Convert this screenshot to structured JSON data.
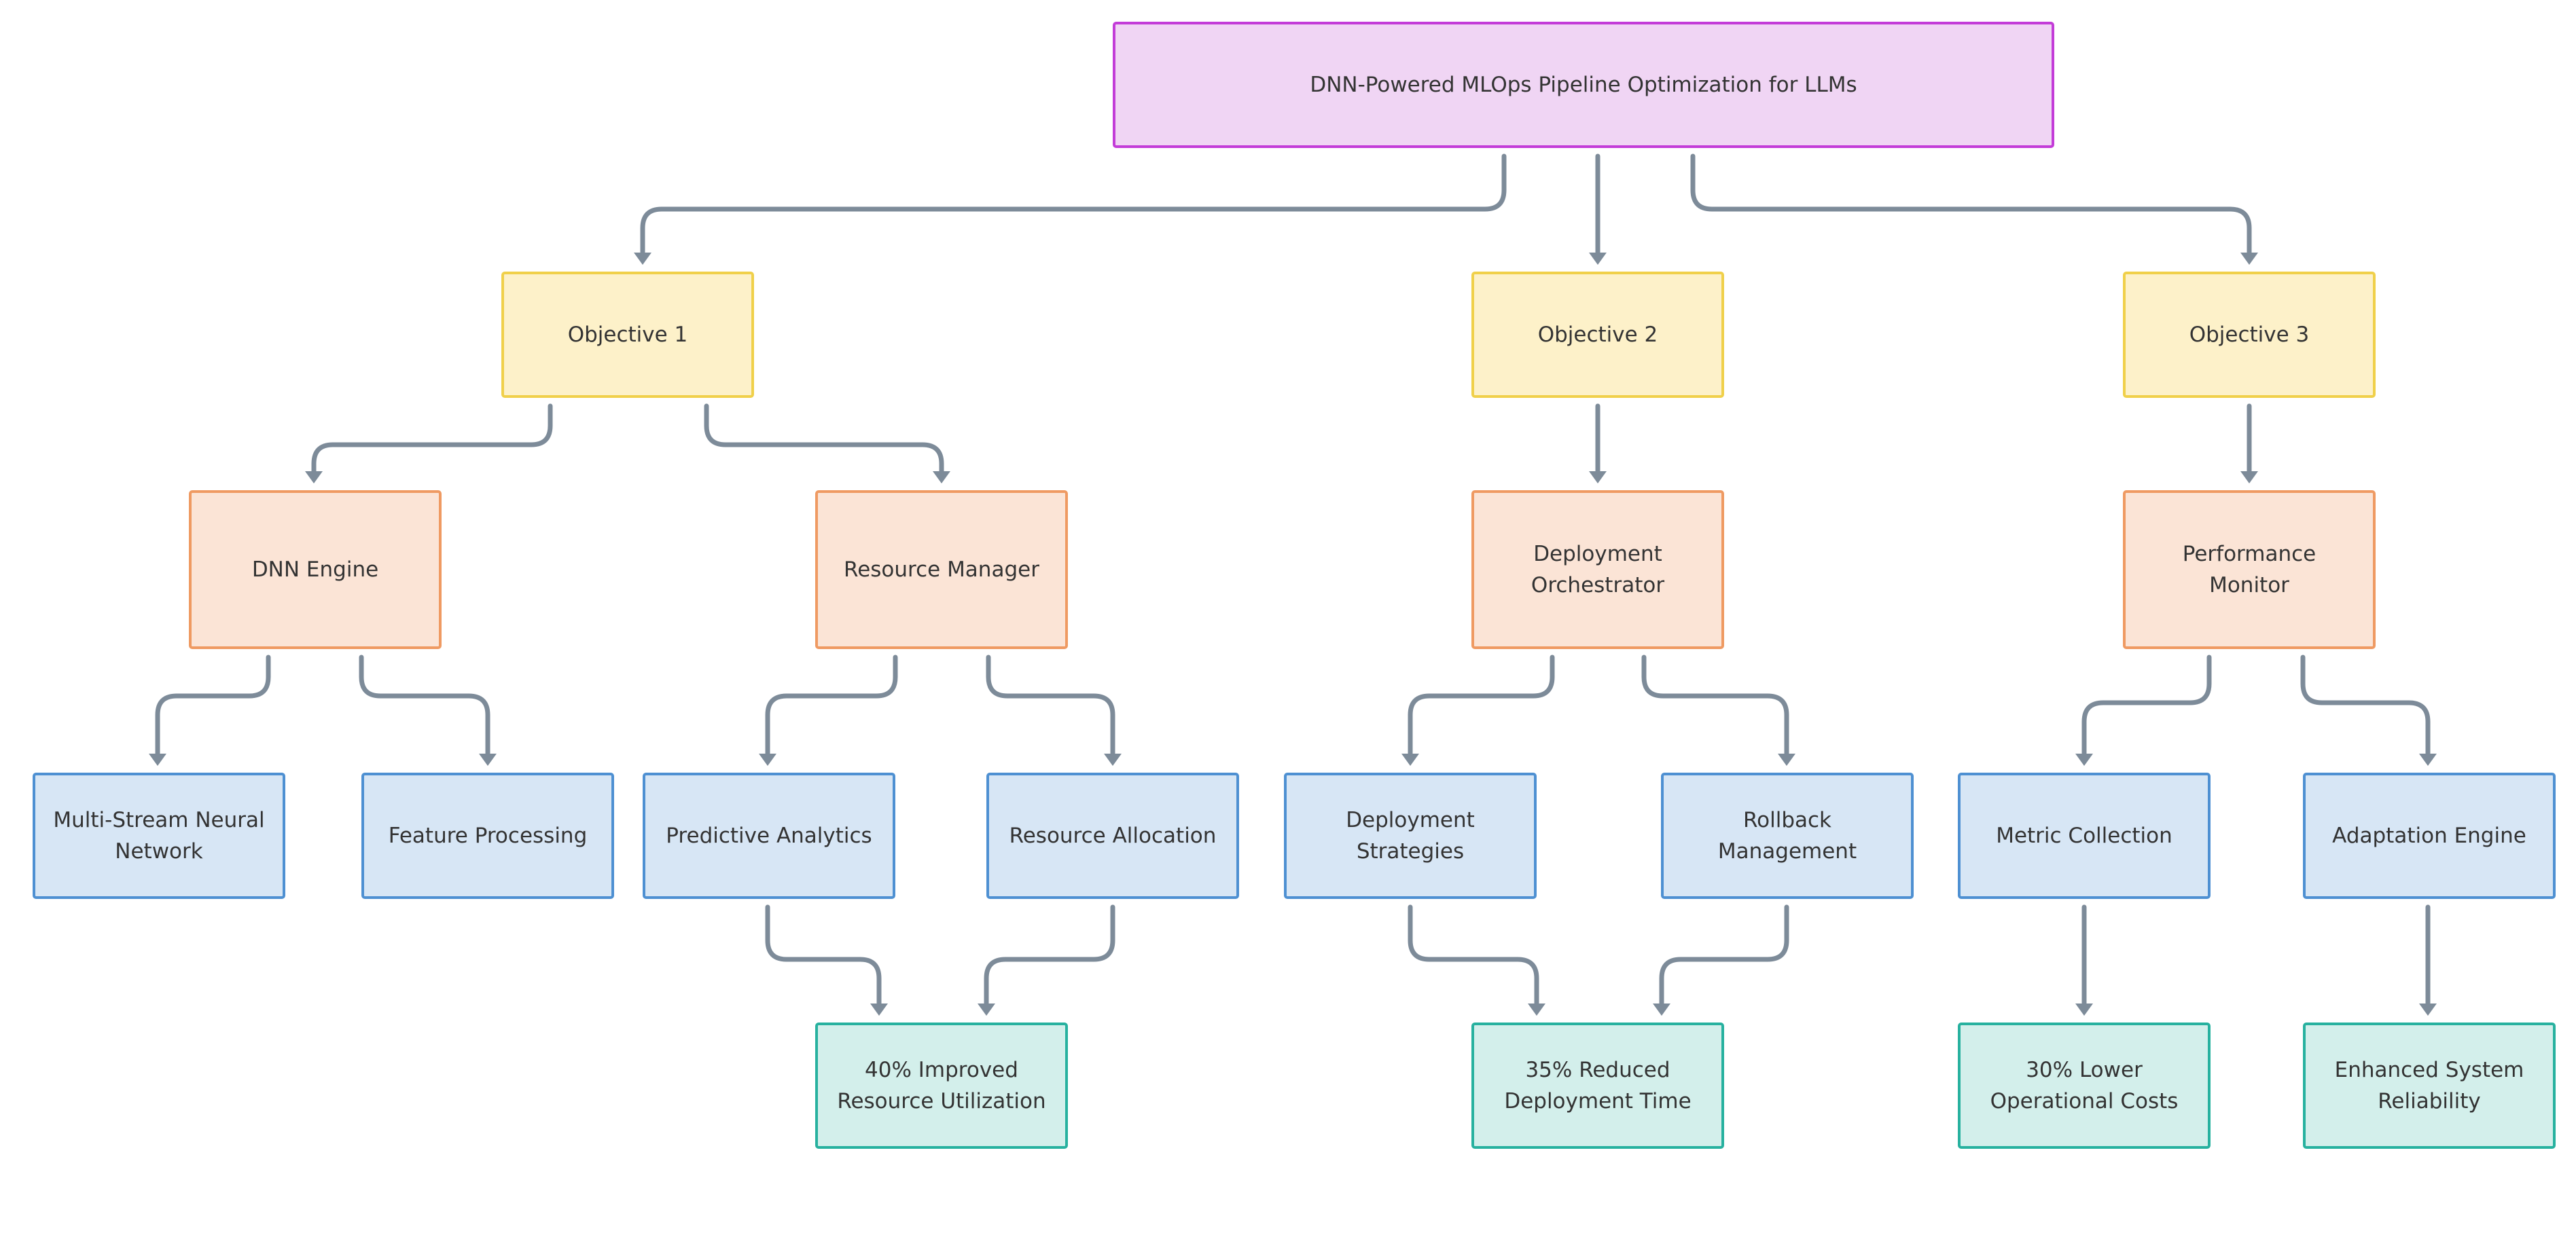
{
  "diagram": {
    "title": "DNN-Powered MLOps Pipeline Optimization for LLMs",
    "colors": {
      "edge": "#7d8b99",
      "root": {
        "fill": "#f0d5f4",
        "stroke": "#c33cd8"
      },
      "objective": {
        "fill": "#fdf1c9",
        "stroke": "#f0d04a"
      },
      "component": {
        "fill": "#fbe4d6",
        "stroke": "#ef9a62"
      },
      "subcomponent": {
        "fill": "#d7e6f5",
        "stroke": "#4e90d2"
      },
      "outcome": {
        "fill": "#d3efeb",
        "stroke": "#27b19f"
      }
    },
    "objectives": [
      {
        "label": "Objective 1"
      },
      {
        "label": "Objective 2"
      },
      {
        "label": "Objective 3"
      }
    ],
    "components": [
      {
        "label": "DNN Engine"
      },
      {
        "label": "Resource Manager"
      },
      {
        "label": "Deployment\nOrchestrator"
      },
      {
        "label": "Performance Monitor"
      }
    ],
    "subcomponents": [
      {
        "label": "Multi-Stream Neural\nNetwork"
      },
      {
        "label": "Feature Processing"
      },
      {
        "label": "Predictive Analytics"
      },
      {
        "label": "Resource Allocation"
      },
      {
        "label": "Deployment\nStrategies"
      },
      {
        "label": "Rollback\nManagement"
      },
      {
        "label": "Metric Collection"
      },
      {
        "label": "Adaptation Engine"
      }
    ],
    "outcomes": [
      {
        "label": "40% Improved\nResource Utilization"
      },
      {
        "label": "35% Reduced\nDeployment Time"
      },
      {
        "label": "30% Lower\nOperational Costs"
      },
      {
        "label": "Enhanced System\nReliability"
      }
    ],
    "edges": [
      {
        "from": "DNN-Powered MLOps Pipeline Optimization for LLMs",
        "to": "Objective 1"
      },
      {
        "from": "DNN-Powered MLOps Pipeline Optimization for LLMs",
        "to": "Objective 2"
      },
      {
        "from": "DNN-Powered MLOps Pipeline Optimization for LLMs",
        "to": "Objective 3"
      },
      {
        "from": "Objective 1",
        "to": "DNN Engine"
      },
      {
        "from": "Objective 1",
        "to": "Resource Manager"
      },
      {
        "from": "Objective 2",
        "to": "Deployment Orchestrator"
      },
      {
        "from": "Objective 3",
        "to": "Performance Monitor"
      },
      {
        "from": "DNN Engine",
        "to": "Multi-Stream Neural Network"
      },
      {
        "from": "DNN Engine",
        "to": "Feature Processing"
      },
      {
        "from": "Resource Manager",
        "to": "Predictive Analytics"
      },
      {
        "from": "Resource Manager",
        "to": "Resource Allocation"
      },
      {
        "from": "Deployment Orchestrator",
        "to": "Deployment Strategies"
      },
      {
        "from": "Deployment Orchestrator",
        "to": "Rollback Management"
      },
      {
        "from": "Performance Monitor",
        "to": "Metric Collection"
      },
      {
        "from": "Performance Monitor",
        "to": "Adaptation Engine"
      },
      {
        "from": "Predictive Analytics",
        "to": "40% Improved Resource Utilization"
      },
      {
        "from": "Resource Allocation",
        "to": "40% Improved Resource Utilization"
      },
      {
        "from": "Deployment Strategies",
        "to": "35% Reduced Deployment Time"
      },
      {
        "from": "Rollback Management",
        "to": "35% Reduced Deployment Time"
      },
      {
        "from": "Metric Collection",
        "to": "30% Lower Operational Costs"
      },
      {
        "from": "Adaptation Engine",
        "to": "Enhanced System Reliability"
      }
    ]
  }
}
